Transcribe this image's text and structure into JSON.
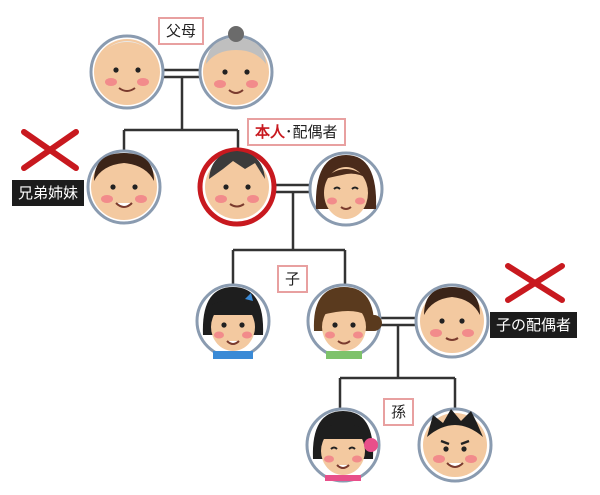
{
  "labels": {
    "parents": "父母",
    "self_prefix": "本人",
    "self_suffix": "･配偶者",
    "child": "子",
    "grandchild": "孫",
    "siblings": "兄弟姉妹",
    "child_spouse": "子の配偶者"
  },
  "colors": {
    "accent_red": "#c8191f",
    "label_border": "#e8a0a0",
    "circle_border": "#8a9bb0",
    "line": "#333333"
  },
  "people": [
    {
      "id": "grandfather",
      "role": "parent",
      "icon": "elderly-man-face"
    },
    {
      "id": "grandmother",
      "role": "parent",
      "icon": "elderly-woman-face"
    },
    {
      "id": "sibling",
      "role": "sibling",
      "icon": "man-face",
      "excluded": true
    },
    {
      "id": "self",
      "role": "self",
      "icon": "man-face",
      "highlight": true
    },
    {
      "id": "spouse",
      "role": "spouse",
      "icon": "woman-face"
    },
    {
      "id": "child-daughter",
      "role": "child",
      "icon": "girl-face"
    },
    {
      "id": "child-son",
      "role": "child",
      "icon": "woman-face"
    },
    {
      "id": "child-spouse",
      "role": "child-spouse",
      "icon": "man-face",
      "excluded": true
    },
    {
      "id": "grandchild-girl",
      "role": "grandchild",
      "icon": "girl-face"
    },
    {
      "id": "grandchild-boy",
      "role": "grandchild",
      "icon": "boy-face"
    }
  ]
}
